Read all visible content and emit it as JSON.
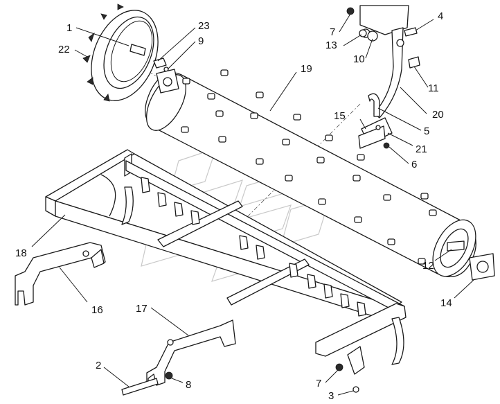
{
  "diagram": {
    "callouts": [
      {
        "id": "c1",
        "text": "1"
      },
      {
        "id": "c2",
        "text": "2"
      },
      {
        "id": "c3",
        "text": "3"
      },
      {
        "id": "c4",
        "text": "4"
      },
      {
        "id": "c5",
        "text": "5"
      },
      {
        "id": "c6",
        "text": "6"
      },
      {
        "id": "c7a",
        "text": "7"
      },
      {
        "id": "c7b",
        "text": "7"
      },
      {
        "id": "c8",
        "text": "8"
      },
      {
        "id": "c9",
        "text": "9"
      },
      {
        "id": "c10",
        "text": "10"
      },
      {
        "id": "c11",
        "text": "11"
      },
      {
        "id": "c12",
        "text": "12"
      },
      {
        "id": "c13",
        "text": "13"
      },
      {
        "id": "c14",
        "text": "14"
      },
      {
        "id": "c15",
        "text": "15"
      },
      {
        "id": "c16",
        "text": "16"
      },
      {
        "id": "c17",
        "text": "17"
      },
      {
        "id": "c18",
        "text": "18"
      },
      {
        "id": "c19",
        "text": "19"
      },
      {
        "id": "c20",
        "text": "20"
      },
      {
        "id": "c21",
        "text": "21"
      },
      {
        "id": "c22",
        "text": "22"
      },
      {
        "id": "c23",
        "text": "23"
      }
    ],
    "colors": {
      "line": "#1a1a1a",
      "watermark": "#c9c9c9",
      "background": "#ffffff"
    }
  }
}
